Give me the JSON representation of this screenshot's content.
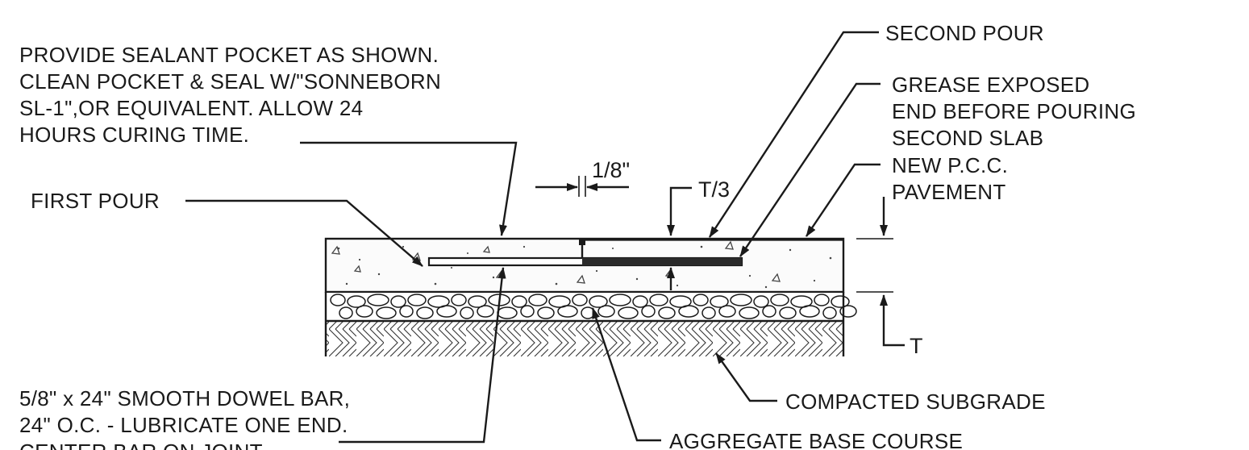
{
  "notes": {
    "sealant": [
      "PROVIDE SEALANT POCKET AS SHOWN.",
      "CLEAN POCKET & SEAL W/\"SONNEBORN",
      "SL-1\",OR EQUIVALENT. ALLOW 24",
      "HOURS CURING TIME."
    ],
    "first_pour": "FIRST POUR",
    "second_pour": "SECOND POUR",
    "grease": [
      "GREASE EXPOSED",
      "END BEFORE POURING",
      "SECOND SLAB"
    ],
    "new_pcc": [
      "NEW P.C.C.",
      "PAVEMENT"
    ],
    "dowel": [
      "5/8\" x 24\" SMOOTH DOWEL BAR,",
      "24\" O.C. - LUBRICATE ONE END.",
      "CENTER BAR ON JOINT"
    ],
    "compacted_subgrade": "COMPACTED SUBGRADE",
    "aggregate_base": "AGGREGATE BASE COURSE"
  },
  "dimensions": {
    "gap": "1/8\"",
    "dowel_depth": "T/3",
    "thickness": "T"
  }
}
